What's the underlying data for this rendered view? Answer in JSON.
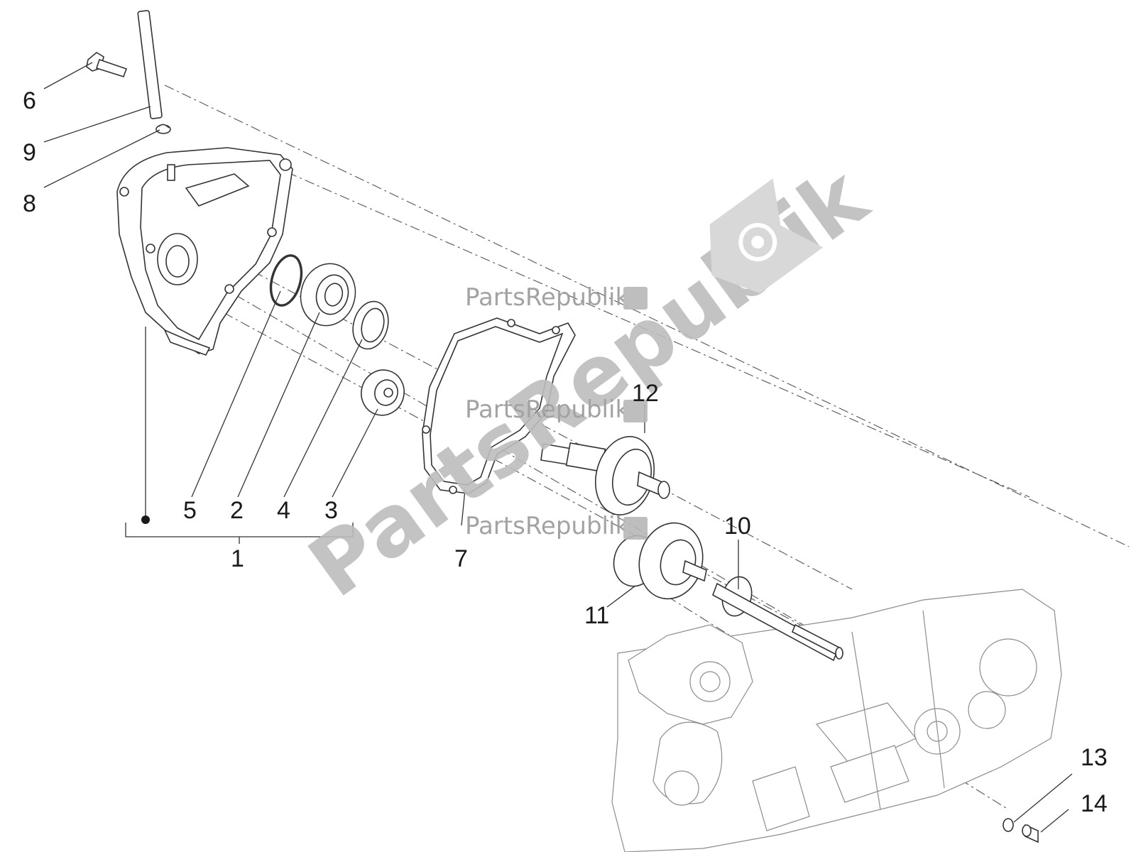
{
  "callouts": {
    "c1": "1",
    "c2": "2",
    "c3": "3",
    "c4": "4",
    "c5": "5",
    "c6": "6",
    "c7": "7",
    "c8": "8",
    "c9": "9",
    "c10": "10",
    "c11": "11",
    "c12": "12",
    "c13": "13",
    "c14": "14"
  },
  "watermark": {
    "brand": "PartsRepublik",
    "label_small": "PartsRepublik"
  },
  "colors": {
    "line": "#333333",
    "watermark": "#bdbdbd"
  }
}
